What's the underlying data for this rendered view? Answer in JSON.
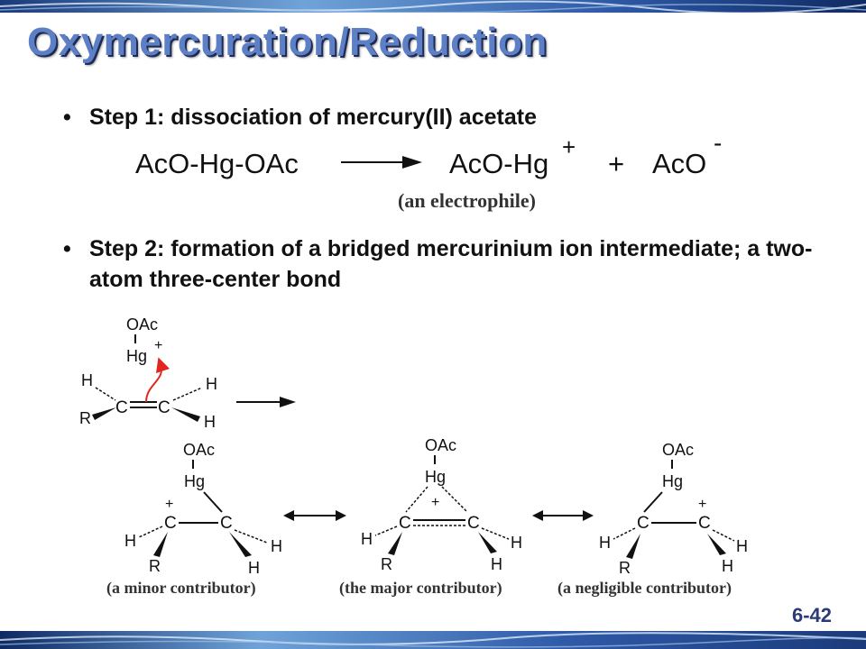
{
  "slide": {
    "title": "Oxymercuration/Reduction",
    "page_number": "6-42"
  },
  "bullets": [
    {
      "marker": "•",
      "text": "Step 1: dissociation of mercury(II) acetate"
    },
    {
      "marker": "•",
      "text": "Step 2: formation of a bridged mercurinium ion intermediate; a two-atom three-center bond"
    }
  ],
  "step1": {
    "reactant": "AcO-Hg-OAc",
    "product": "AcO-Hg",
    "product_charge": "+",
    "plus_sign": "+",
    "byproduct": "AcO",
    "byproduct_charge": "-",
    "electrophile_note": "(an electrophile)"
  },
  "step2": {
    "reactant": {
      "oac": "OAc",
      "hg": "Hg",
      "hg_charge": "+",
      "c_left": "C",
      "c_right": "C",
      "h_left": "H",
      "r_left": "R",
      "h_right_top": "H",
      "h_right_bottom": "H"
    },
    "structures": [
      {
        "oac": "OAc",
        "hg": "Hg",
        "charge": "+",
        "c_left": "C",
        "c_right": "C",
        "h_left": "H",
        "r": "R",
        "h_right": "H",
        "h_bottom": "H",
        "caption": "(a minor contributor)"
      },
      {
        "oac": "OAc",
        "hg": "Hg",
        "charge": "+",
        "c_left": "C",
        "c_right": "C",
        "h_left": "H",
        "r": "R",
        "h_right": "H",
        "h_bottom": "H",
        "caption": "(the major contributor)"
      },
      {
        "oac": "OAc",
        "hg": "Hg",
        "charge": "+",
        "c_left": "C",
        "c_right": "C",
        "h_left": "H",
        "r": "R",
        "h_right": "H",
        "h_bottom": "H",
        "caption": "(a negligible contributor)"
      }
    ]
  },
  "colors": {
    "title": "#5d7fc6",
    "title_shadow": "#1d2a56",
    "band": "#2f5aa8",
    "curved_arrow": "#e0261f"
  }
}
